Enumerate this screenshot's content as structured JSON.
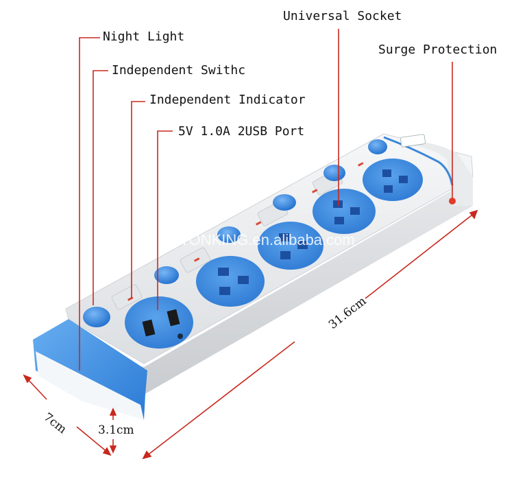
{
  "callouts": {
    "night_light": "Night Light",
    "independent_switch": "Independent Swithc",
    "independent_indicator": "Independent Indicator",
    "usb_port": "5V 1.0A 2USB Port",
    "universal_socket": "Universal Socket",
    "surge_protection": "Surge Protection"
  },
  "dimensions": {
    "length": "31.6cm",
    "width": "7cm",
    "height": "3.1cm"
  },
  "watermark": "ANTONKING.en.alibaba.com",
  "colors": {
    "body": "#eef0f2",
    "accent_blue": "#3a87d8",
    "button_blue": "#2f86e0",
    "callout_red": "#c8281e",
    "indicator_red": "#d84a3a"
  }
}
